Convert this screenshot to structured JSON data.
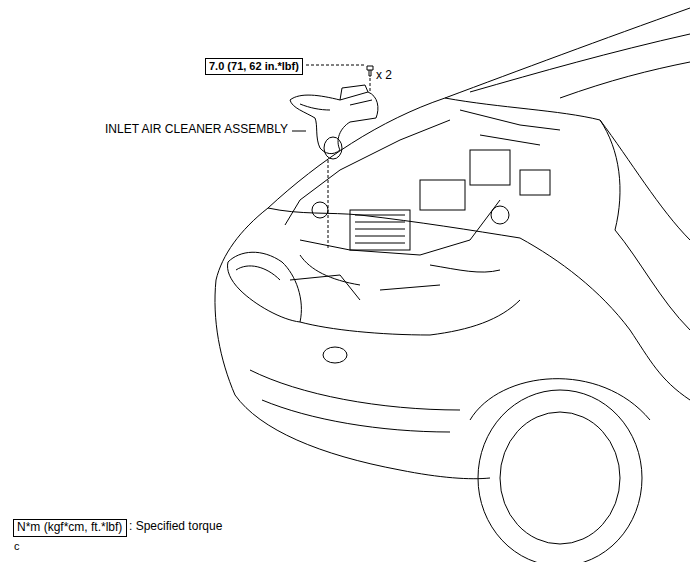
{
  "diagram": {
    "nodes": [
      {
        "text": [
          "7.0 (71, 62 in.*lbf)"
        ]
      },
      {
        "text": [
          "N*m (kgf*cm, ft.*lbf)"
        ]
      }
    ],
    "labels": [
      "x 2",
      "INLET AIR CLEANER ASSEMBLY",
      ": Specified torque",
      "c"
    ]
  }
}
